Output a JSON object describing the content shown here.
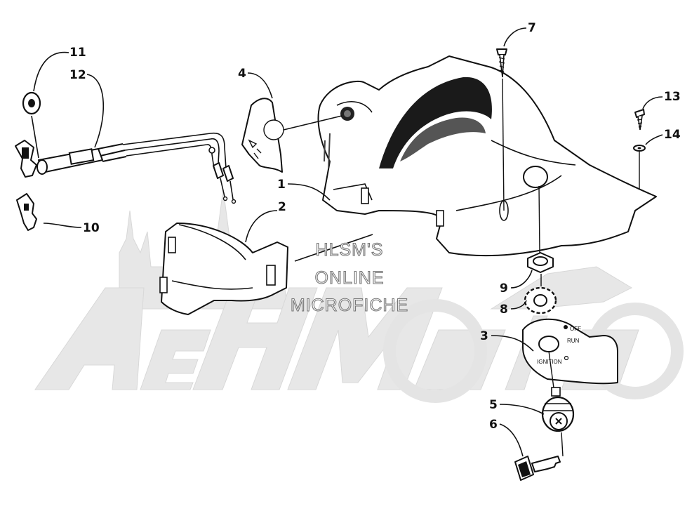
{
  "watermark": {
    "stamp_lines": [
      "HLSM'S",
      "ONLINE",
      "MICROFICHE"
    ],
    "logo_text": "AeHMoto"
  },
  "callouts": [
    "1",
    "2",
    "3",
    "4",
    "5",
    "6",
    "7",
    "8",
    "9",
    "10",
    "11",
    "12",
    "13",
    "14"
  ],
  "plate_labels": {
    "off": "OFF",
    "run": "RUN",
    "ignition": "IGNITION"
  },
  "colors": {
    "ink": "#111111",
    "watermark": "#e6e6e6",
    "stamp_outline": "#777777"
  }
}
